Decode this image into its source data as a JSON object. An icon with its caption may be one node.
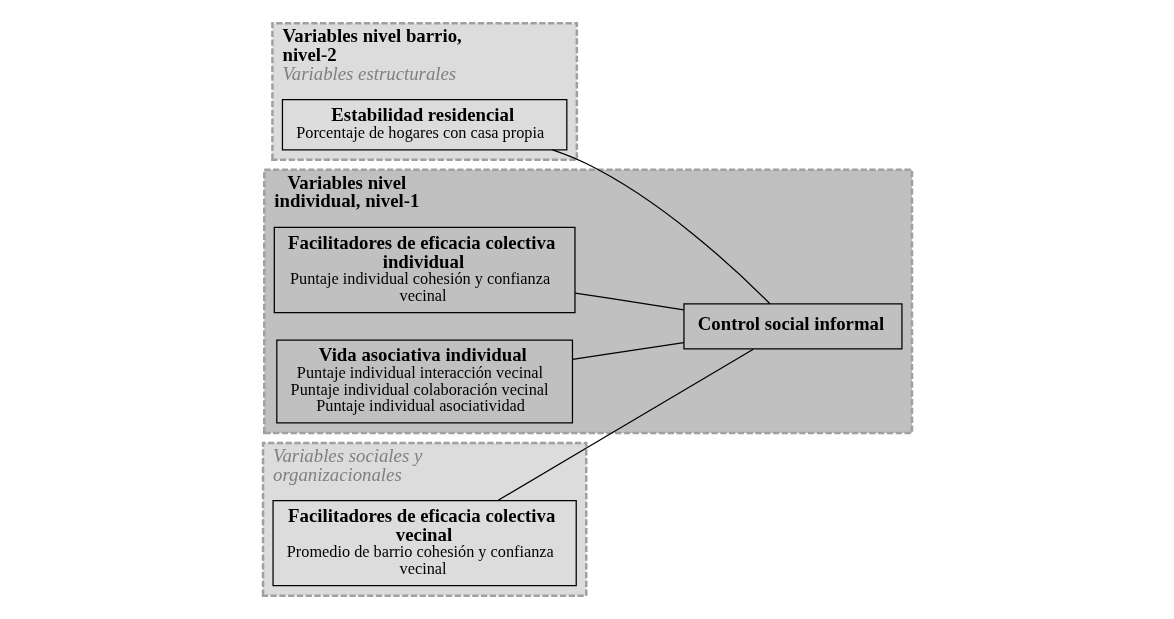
{
  "diagram": {
    "nodes": [
      {
        "text": [
          "Variables nivel barrio, nivel-2",
          "Variables estructurales"
        ]
      },
      {
        "text": [
          "Estabilidad residencial",
          "Porcentaje de hogares con casa propia"
        ],
        "in": 0
      },
      {
        "text": [
          "Variables sociales y organizacionales"
        ]
      },
      {
        "text": [
          "Facilitadores de eficacia colectiva vecinal",
          "Promedio de barrio cohesión y confianza vecinal"
        ],
        "in": 2
      },
      {
        "text": [
          "Variables nivel individual, nivel-1"
        ]
      },
      {
        "text": [
          "Facilitadores de eficacia colectiva individual",
          "Puntaje individual cohesión y confianza vecinal"
        ],
        "in": 4
      },
      {
        "text": [
          "Vida asociativa individual",
          "Puntaje individual interacción vecinal Puntaje individual colaboración vecinal Puntaje individual asociatividad"
        ],
        "in": 4
      },
      {
        "text": [
          "Control social informal"
        ],
        "in": 4
      }
    ],
    "edges": [
      {
        "from": 1,
        "to": 7,
        "arrow": "none"
      },
      {
        "from": 3,
        "to": 7,
        "arrow": "none"
      },
      {
        "from": 5,
        "to": 7,
        "arrow": "none"
      },
      {
        "from": 6,
        "to": 7,
        "arrow": "none"
      }
    ]
  }
}
